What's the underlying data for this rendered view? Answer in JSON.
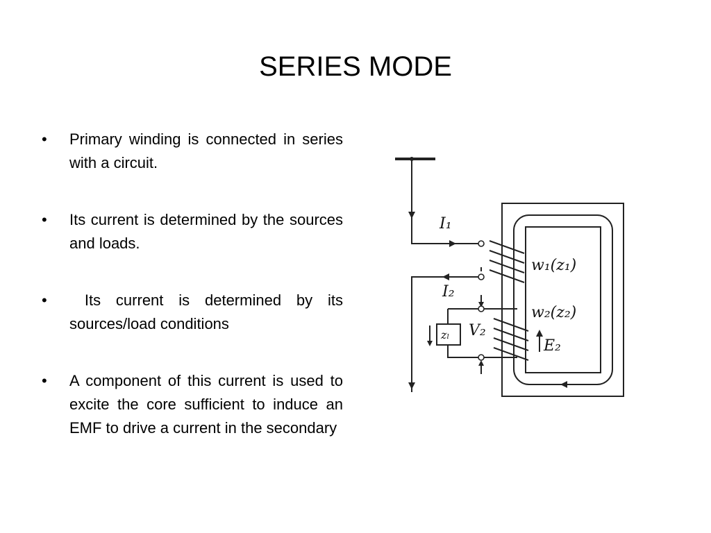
{
  "slide": {
    "title": "SERIES MODE",
    "bullets": [
      "Primary winding is connected in series with a circuit.",
      "Its current is determined by the sources and loads.",
      " Its current is determined by its sources/load conditions",
      "A component of this current is used to excite the core sufficient to induce an EMF to drive a current in the secondary"
    ],
    "bullet_glyph": "•"
  },
  "figure": {
    "labels": {
      "i1": "I₁",
      "i2": "I₂",
      "w1": "w₁(z₁)",
      "w2": "w₂(z₂)",
      "v2": "V₂",
      "e2": "E₂",
      "zl": "zₗ"
    }
  }
}
